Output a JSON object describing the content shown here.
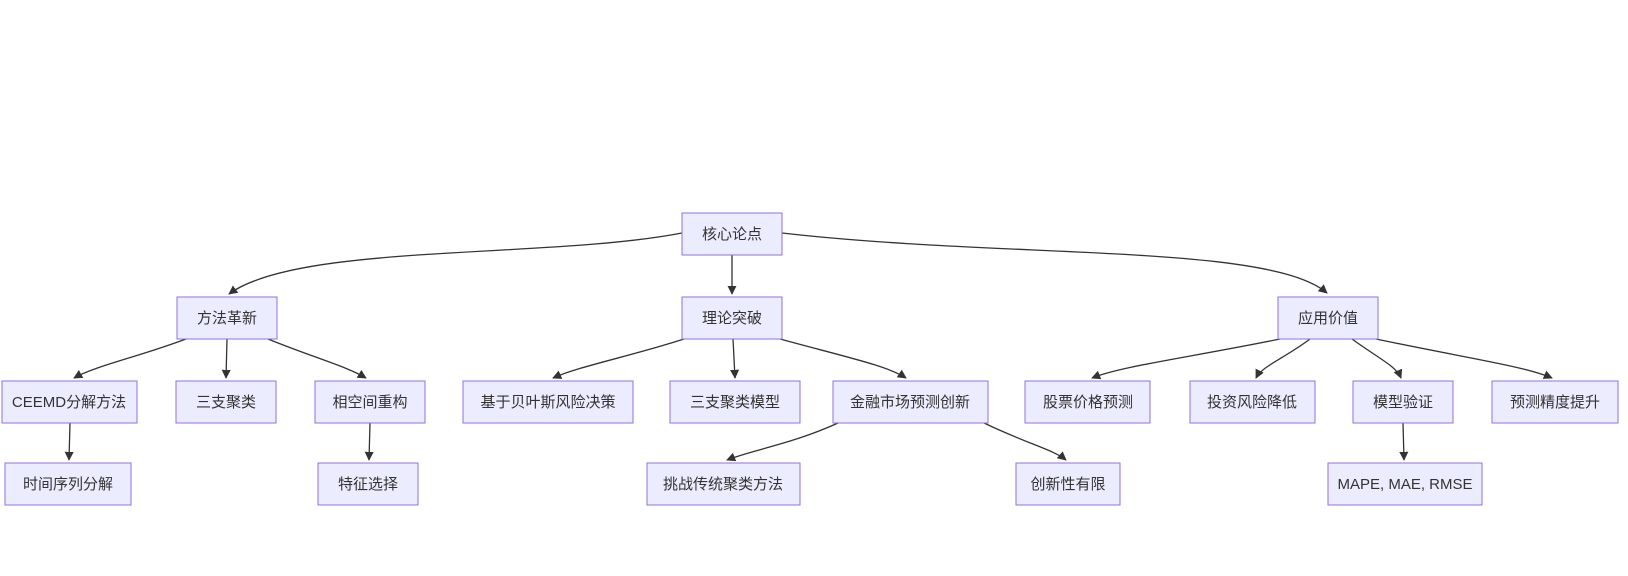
{
  "diagram": {
    "type": "flowchart-tree",
    "colors": {
      "background": "#ffffff",
      "node_fill": "#ECECFF",
      "node_border": "#9370DB",
      "edge_color": "#333333",
      "text_color": "#333333"
    },
    "nodes": {
      "root": "核心论点",
      "method": "方法革新",
      "theory": "理论突破",
      "value": "应用价值",
      "ceemd": "CEEMD分解方法",
      "threeway": "三支聚类",
      "phase": "相空间重构",
      "bayes": "基于贝叶斯风险决策",
      "threemodel": "三支聚类模型",
      "finance": "金融市场预测创新",
      "stock": "股票价格预测",
      "risk": "投资风险降低",
      "validate": "模型验证",
      "precision": "预测精度提升",
      "tsdecomp": "时间序列分解",
      "feature": "特征选择",
      "challenge": "挑战传统聚类方法",
      "limited": "创新性有限",
      "metrics": "MAPE, MAE, RMSE"
    },
    "edges": [
      [
        "root",
        "method"
      ],
      [
        "root",
        "theory"
      ],
      [
        "root",
        "value"
      ],
      [
        "method",
        "ceemd"
      ],
      [
        "method",
        "threeway"
      ],
      [
        "method",
        "phase"
      ],
      [
        "ceemd",
        "tsdecomp"
      ],
      [
        "phase",
        "feature"
      ],
      [
        "theory",
        "bayes"
      ],
      [
        "theory",
        "threemodel"
      ],
      [
        "theory",
        "finance"
      ],
      [
        "finance",
        "challenge"
      ],
      [
        "finance",
        "limited"
      ],
      [
        "value",
        "stock"
      ],
      [
        "value",
        "risk"
      ],
      [
        "value",
        "validate"
      ],
      [
        "value",
        "precision"
      ],
      [
        "validate",
        "metrics"
      ]
    ]
  }
}
